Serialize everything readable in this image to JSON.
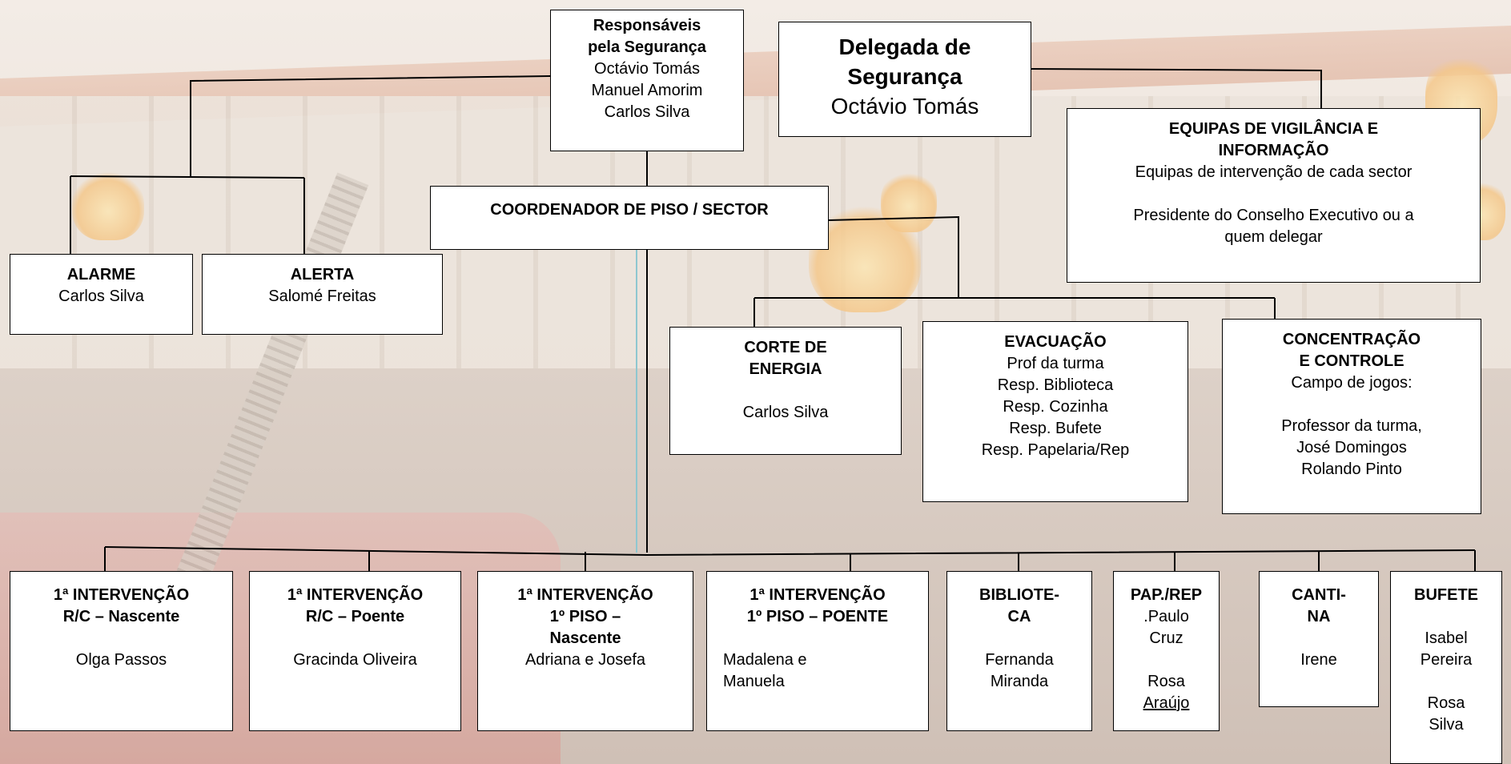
{
  "boxes": {
    "responsaveis": {
      "title_lines": [
        "Responsáveis",
        "pela Segurança"
      ],
      "names": [
        "Octávio Tomás",
        "Manuel Amorim",
        "Carlos Silva"
      ]
    },
    "delegada": {
      "title_lines": [
        "Delegada de",
        "Segurança"
      ],
      "name": "Octávio Tomás"
    },
    "equipas": {
      "title_lines": [
        "EQUIPAS DE VIGILÂNCIA E",
        "INFORMAÇÃO"
      ],
      "line1": "Equipas de intervenção de cada sector",
      "line2": "Presidente do Conselho Executivo ou a",
      "line3": "quem delegar"
    },
    "coordenador": {
      "title": "COORDENADOR DE PISO / SECTOR"
    },
    "alarme": {
      "title": "ALARME",
      "name": "Carlos Silva"
    },
    "alerta": {
      "title": "ALERTA",
      "name": "Salomé Freitas"
    },
    "corte": {
      "title_lines": [
        "CORTE DE",
        "ENERGIA"
      ],
      "name": "Carlos Silva"
    },
    "evacuacao": {
      "title": "EVACUAÇÃO",
      "names": [
        "Prof da turma",
        "Resp. Biblioteca",
        "Resp. Cozinha",
        "Resp. Bufete",
        "Resp. Papelaria/Rep"
      ]
    },
    "concentracao": {
      "title_lines": [
        "CONCENTRAÇÃO",
        "E CONTROLE"
      ],
      "line1": "Campo de jogos:",
      "names": [
        "Professor da turma,",
        "José Domingos",
        "Rolando Pinto"
      ]
    },
    "int_rc_nascente": {
      "title_lines": [
        "1ª INTERVENÇÃO",
        "R/C – Nascente"
      ],
      "name": "Olga Passos"
    },
    "int_rc_poente": {
      "title_lines": [
        "1ª INTERVENÇÃO",
        "R/C – Poente"
      ],
      "name": "Gracinda Oliveira"
    },
    "int_1p_nascente": {
      "title_lines": [
        "1ª INTERVENÇÃO",
        "1º PISO –",
        "Nascente"
      ],
      "name": "Adriana e Josefa"
    },
    "int_1p_poente": {
      "title_lines": [
        "1ª INTERVENÇÃO",
        "1º PISO – POENTE"
      ],
      "names": [
        "Madalena e",
        "Manuela"
      ]
    },
    "biblioteca": {
      "title_lines": [
        "BIBLIOTE-",
        "CA"
      ],
      "names": [
        "Fernanda",
        "Miranda"
      ]
    },
    "papelaria": {
      "title": "PAP./REP",
      "names": [
        ".Paulo",
        "Cruz"
      ],
      "names2": [
        "Rosa",
        "Araújo"
      ]
    },
    "cantina": {
      "title_lines": [
        "CANTI-",
        "NA"
      ],
      "name": "Irene"
    },
    "bufete": {
      "title": "BUFETE",
      "names": [
        "Isabel",
        "Pereira"
      ],
      "names2": [
        "Rosa",
        "Silva"
      ]
    }
  }
}
